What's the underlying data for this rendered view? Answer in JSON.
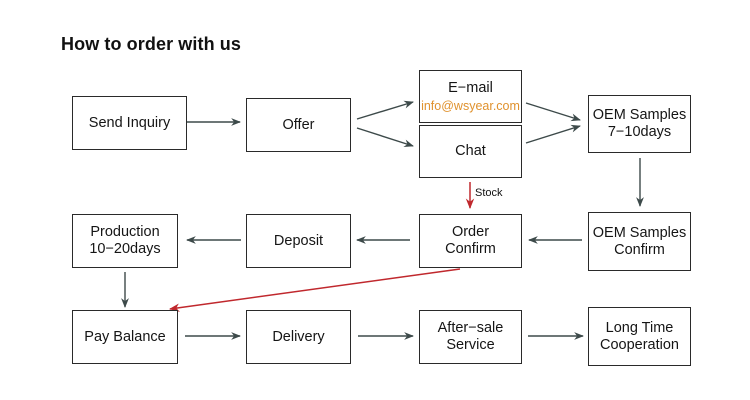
{
  "title": "How to order with us",
  "colors": {
    "box_border": "#2a2a2a",
    "arrow": "#3d4a4a",
    "highlight_arrow": "#c0282d",
    "email_text": "#e0922e"
  },
  "steps": {
    "send_inquiry": {
      "lines": [
        "Send Inquiry"
      ]
    },
    "offer": {
      "lines": [
        "Offer"
      ]
    },
    "email": {
      "lines": [
        "E−mail"
      ],
      "sub": "info@wsyear.com"
    },
    "chat": {
      "lines": [
        "Chat"
      ]
    },
    "oem_samples": {
      "lines": [
        "OEM Samples",
        "7−10days"
      ]
    },
    "oem_samples_confirm": {
      "lines": [
        "OEM Samples",
        "Confirm"
      ]
    },
    "order_confirm": {
      "lines": [
        "Order",
        "Confirm"
      ]
    },
    "deposit": {
      "lines": [
        "Deposit"
      ]
    },
    "production": {
      "lines": [
        "Production",
        "10−20days"
      ]
    },
    "pay_balance": {
      "lines": [
        "Pay Balance"
      ]
    },
    "delivery": {
      "lines": [
        "Delivery"
      ]
    },
    "after_sale": {
      "lines": [
        "After−sale",
        "Service"
      ]
    },
    "long_time": {
      "lines": [
        "Long Time",
        "Cooperation"
      ]
    }
  },
  "labels": {
    "stock": "Stock"
  },
  "flows": [
    {
      "from": "send_inquiry",
      "to": "offer"
    },
    {
      "from": "offer",
      "to": "email"
    },
    {
      "from": "offer",
      "to": "chat"
    },
    {
      "from": "email",
      "to": "oem_samples"
    },
    {
      "from": "chat",
      "to": "oem_samples"
    },
    {
      "from": "chat",
      "to": "order_confirm",
      "label": "Stock",
      "highlight": true
    },
    {
      "from": "oem_samples",
      "to": "oem_samples_confirm"
    },
    {
      "from": "oem_samples_confirm",
      "to": "order_confirm"
    },
    {
      "from": "order_confirm",
      "to": "deposit"
    },
    {
      "from": "order_confirm",
      "to": "pay_balance",
      "highlight": true
    },
    {
      "from": "deposit",
      "to": "production"
    },
    {
      "from": "production",
      "to": "pay_balance"
    },
    {
      "from": "pay_balance",
      "to": "delivery"
    },
    {
      "from": "delivery",
      "to": "after_sale"
    },
    {
      "from": "after_sale",
      "to": "long_time"
    }
  ]
}
